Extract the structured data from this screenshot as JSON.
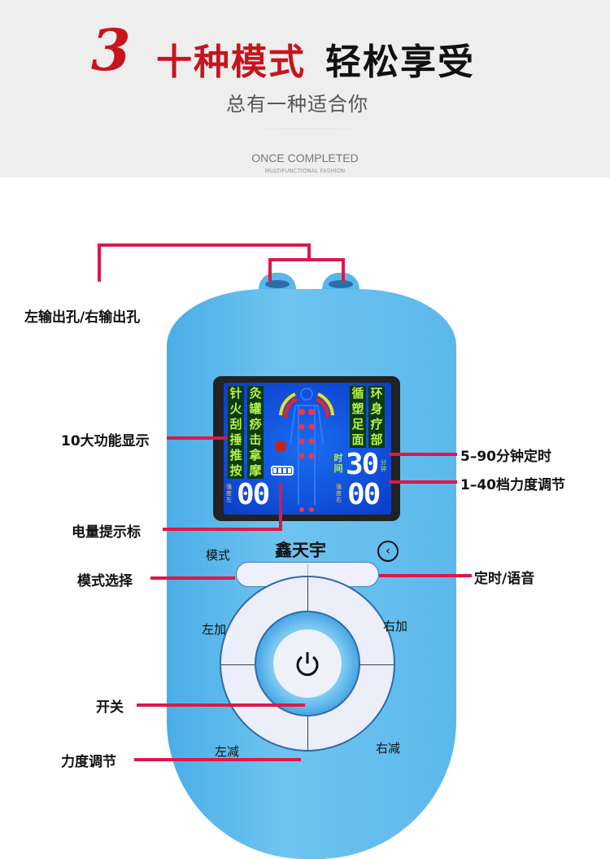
{
  "banner": {
    "number": "3",
    "title_red": "十种模式",
    "title_black": "轻松享受",
    "subtitle": "总有一种适合你",
    "fine_text": "· · · · · · · · · · · · · · · · · · · · · · · · · · · · · · · · · · · · · · · · · · ·",
    "once": "ONCE COMPLETED",
    "once_sub": "MULTIFUNCTIONAL FASHION"
  },
  "callouts": {
    "outputs": "左输出孔/右输出孔",
    "functions": "10大功能显示",
    "battery": "电量提示标",
    "timer": "5–90分钟定时",
    "strength": "1–40档力度调节",
    "mode_select": "模式选择",
    "timer_voice": "定时/语音",
    "power": "开关",
    "strength_adjust": "力度调节"
  },
  "device": {
    "brand": "鑫天宇",
    "mode_label": "模式",
    "left_plus": "左加",
    "right_plus": "右加",
    "left_minus": "左减",
    "right_minus": "右减"
  },
  "lcd": {
    "left_col1": [
      "针",
      "火",
      "刮",
      "捶",
      "推",
      "按"
    ],
    "left_col2": [
      "灸",
      "罐",
      "痧",
      "击",
      "拿",
      "摩"
    ],
    "right_col1": [
      "循",
      "塑",
      "足",
      "面"
    ],
    "right_col2": [
      "环",
      "身",
      "疗",
      "部"
    ],
    "time_label": [
      "时",
      "间"
    ],
    "time_value": "30",
    "time_unit": [
      "分",
      "钟"
    ],
    "left_strength_label": [
      "强",
      "度",
      "左"
    ],
    "right_strength_label": [
      "强",
      "度",
      "右"
    ],
    "left_strength": "00",
    "right_strength": "00",
    "battery_bars": 4
  },
  "colors": {
    "callout": "#dd1848",
    "device": "#5cb8ec",
    "lcd": "#1a5ee6"
  }
}
